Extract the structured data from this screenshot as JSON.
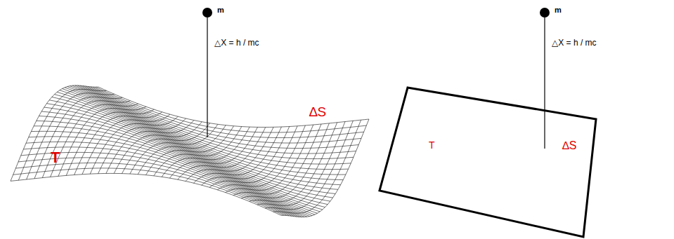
{
  "diagram": {
    "labels": [
      "m",
      "△X = h / mc",
      "T",
      "∆S",
      "m",
      "△X = h / mc",
      "T",
      "∆S"
    ]
  }
}
